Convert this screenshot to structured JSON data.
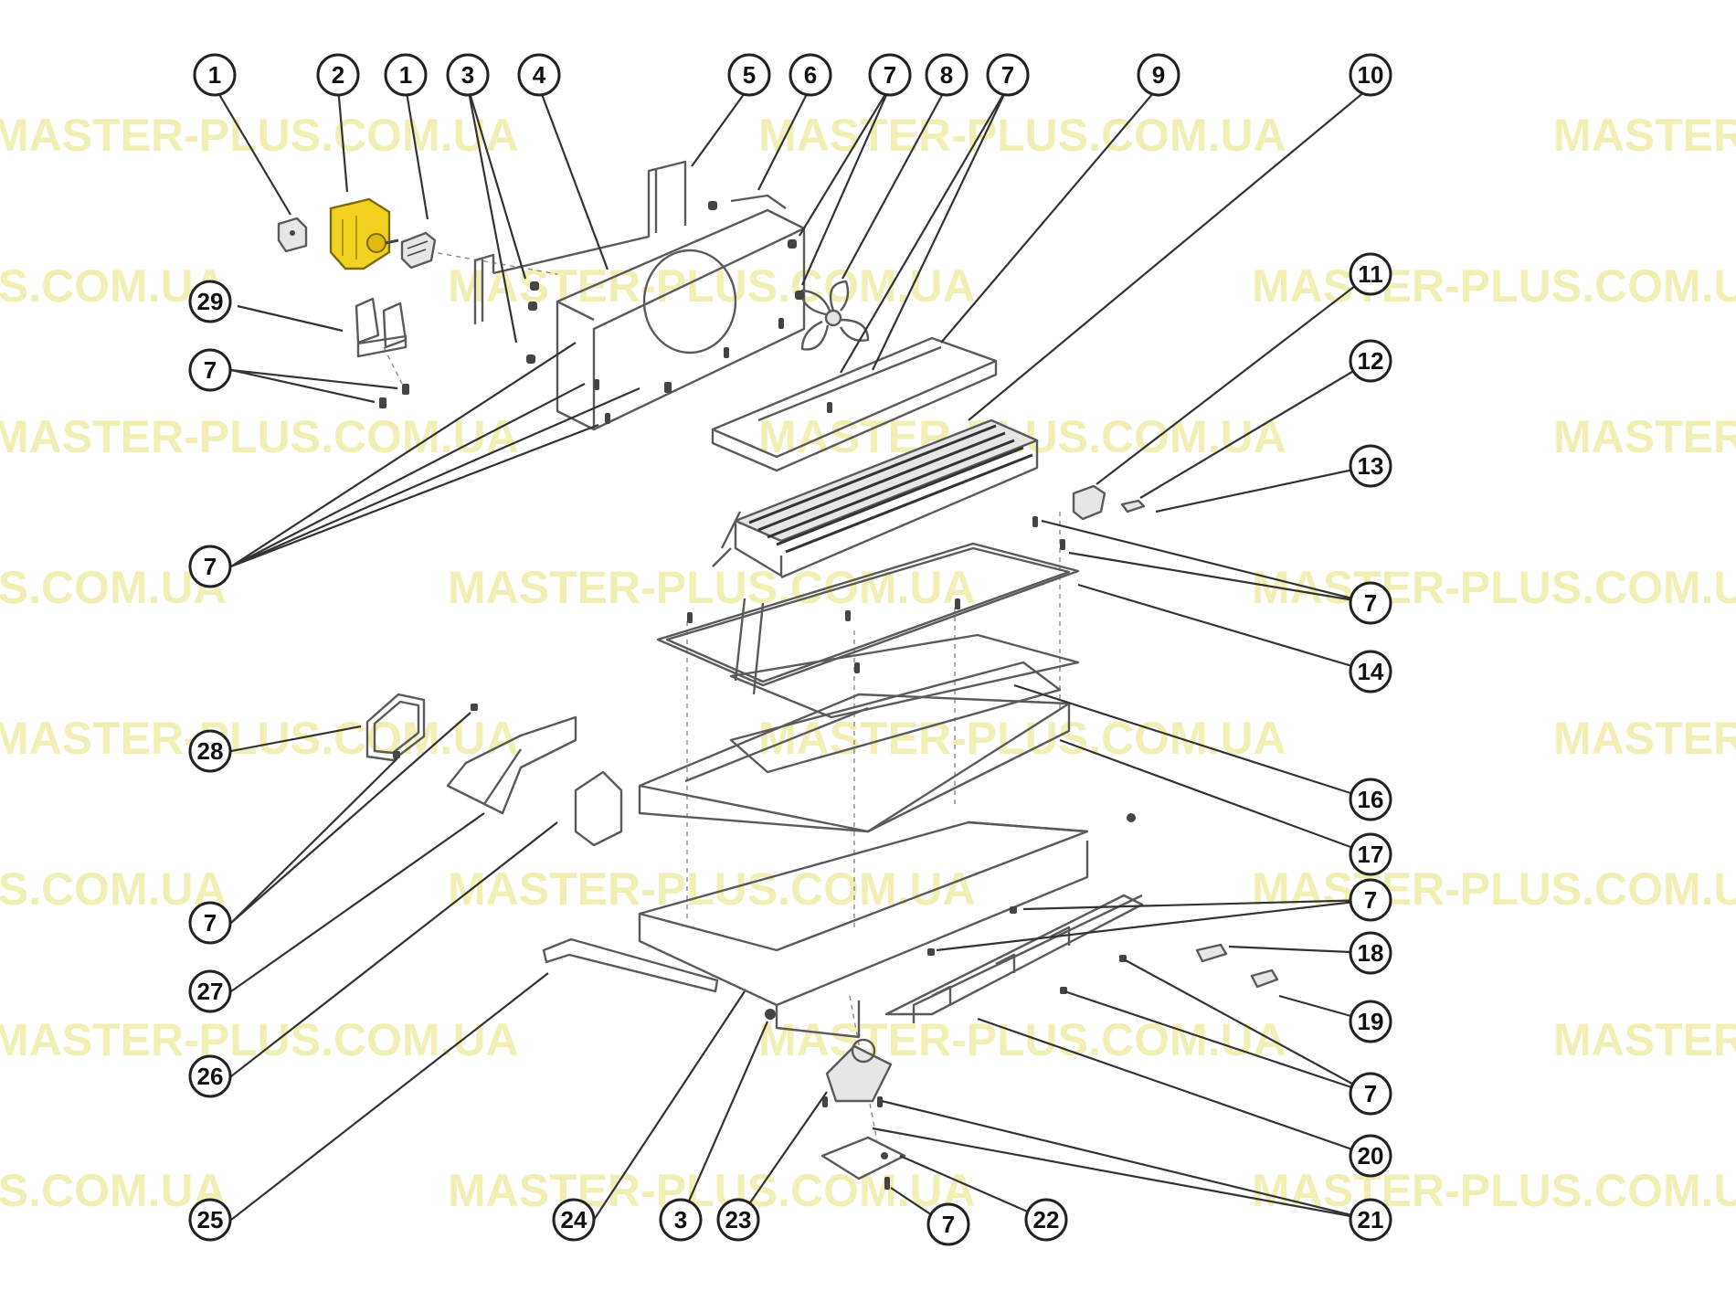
{
  "watermark": "MASTER-PLUS.COM.UA",
  "colors": {
    "highlight": "#f2d21f",
    "watermark": "#f2efb4",
    "line": "#5a5a5a",
    "callout": "#222222"
  },
  "callouts": [
    {
      "label": "1"
    },
    {
      "label": "2"
    },
    {
      "label": "1"
    },
    {
      "label": "3"
    },
    {
      "label": "4"
    },
    {
      "label": "5"
    },
    {
      "label": "6"
    },
    {
      "label": "7"
    },
    {
      "label": "8"
    },
    {
      "label": "7"
    },
    {
      "label": "9"
    },
    {
      "label": "10"
    },
    {
      "label": "29"
    },
    {
      "label": "7"
    },
    {
      "label": "11"
    },
    {
      "label": "12"
    },
    {
      "label": "13"
    },
    {
      "label": "7"
    },
    {
      "label": "7"
    },
    {
      "label": "14"
    },
    {
      "label": "28"
    },
    {
      "label": "16"
    },
    {
      "label": "17"
    },
    {
      "label": "7"
    },
    {
      "label": "7"
    },
    {
      "label": "18"
    },
    {
      "label": "27"
    },
    {
      "label": "19"
    },
    {
      "label": "26"
    },
    {
      "label": "7"
    },
    {
      "label": "20"
    },
    {
      "label": "25"
    },
    {
      "label": "24"
    },
    {
      "label": "3"
    },
    {
      "label": "23"
    },
    {
      "label": "7"
    },
    {
      "label": "22"
    },
    {
      "label": "21"
    }
  ]
}
